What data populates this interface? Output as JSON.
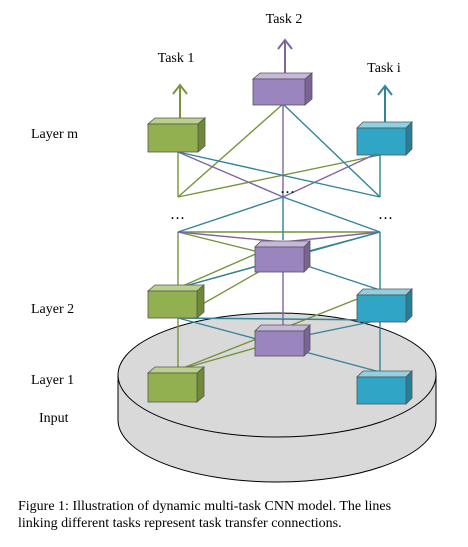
{
  "labels": {
    "task1": "Task 1",
    "task2": "Task 2",
    "taski": "Task i",
    "layer_m": "Layer m",
    "layer_2": "Layer 2",
    "layer_1": "Layer 1",
    "input": "Input",
    "ellipsis": "..."
  },
  "caption": {
    "line1": "Figure 1: Illustration of dynamic multi-task CNN model. The lines",
    "line2": "linking different tasks represent task transfer connections."
  },
  "colors": {
    "task1": "#92b050",
    "task2": "#9b85be",
    "taski": "#31a5c6",
    "connection_green": "#77933c",
    "connection_purple": "#8064a2",
    "connection_teal": "#31849b",
    "input_disk": "#d9d9d9"
  }
}
